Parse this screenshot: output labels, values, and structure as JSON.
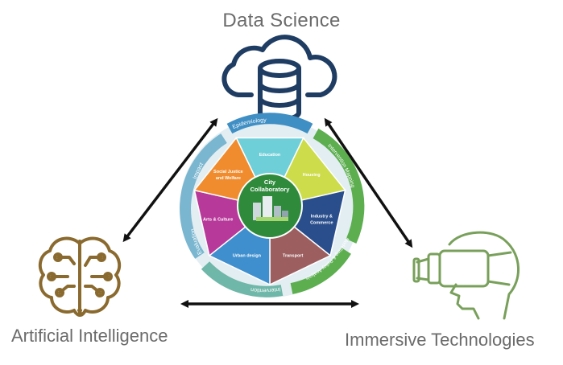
{
  "nodes": {
    "data_science": "Data Science",
    "artificial_intelligence": "Artificial Intelligence",
    "immersive_technologies": "Immersive Technologies"
  },
  "wheel": {
    "center": [
      "City",
      "Collaboratory"
    ],
    "segments": [
      {
        "label": [
          "Education"
        ],
        "color": "#6fcfd8"
      },
      {
        "label": [
          "Housing"
        ],
        "color": "#cddc4a"
      },
      {
        "label": [
          "Industry &",
          "Commerce"
        ],
        "color": "#2a4e8c"
      },
      {
        "label": [
          "Transport"
        ],
        "color": "#9c5e5e"
      },
      {
        "label": [
          "Urban design"
        ],
        "color": "#3f8fcf"
      },
      {
        "label": [
          "Arts & Culture"
        ],
        "color": "#b7399a"
      },
      {
        "label": [
          "Social Justice",
          "and Welfare"
        ],
        "color": "#f08c2e"
      }
    ],
    "ring_labels": {
      "epidemiology": "Epidemiology",
      "intervention_mapping": "Intervention Mapping",
      "modelling": "Modelling & Policy Analysis",
      "intervention": "Intervention",
      "evaluation": "Evaluation",
      "impact": "Impact"
    }
  },
  "colors": {
    "label_gray": "#6b6b6b",
    "data_science_icon": "#1f3d63",
    "ai_icon": "#8a6a2e",
    "immersive_icon": "#78a05a",
    "arrow": "#111111"
  },
  "icons": {
    "data_science": "cloud-database-icon",
    "artificial_intelligence": "brain-circuit-icon",
    "immersive_technologies": "vr-headset-icon"
  }
}
